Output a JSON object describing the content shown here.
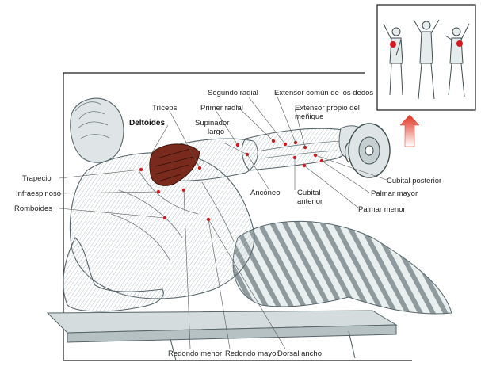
{
  "labels": {
    "segundo_radial": "Segundo radial",
    "extensor_comun": "Extensor común de los dedos",
    "triceps": "Tríceps",
    "primer_radial": "Primer radial",
    "extensor_propio_l1": "Extensor propio del",
    "extensor_propio_l2": "meñique",
    "deltoides": "Deltoides",
    "supinador_l1": "Supinador",
    "supinador_l2": "largo",
    "trapecio": "Trapecio",
    "infraespinoso": "Infraespinoso",
    "romboides": "Romboides",
    "ancóneo": "Ancóneo",
    "cubital_anterior_l1": "Cubital",
    "cubital_anterior_l2": "anterior",
    "cubital_posterior": "Cubital posterior",
    "palmar_mayor": "Palmar mayor",
    "palmar_menor": "Palmar menor",
    "redondo_menor": "Redondo menor",
    "redondo_mayor": "Redondo mayor",
    "dorsal_ancho": "Dorsal ancho"
  },
  "colors": {
    "highlight_muscle": "#7a2a1c",
    "pointer_dot": "#d4181f",
    "arrow": "#e0301e",
    "sketch": "#6f7c80"
  },
  "inset": {
    "figures": 3,
    "direction_arrow": "up-arrow-icon"
  }
}
